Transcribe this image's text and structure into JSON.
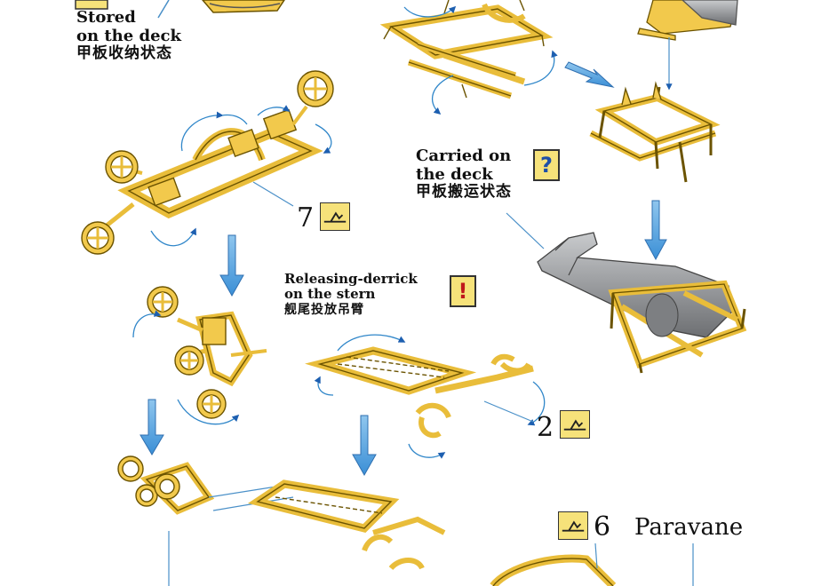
{
  "labels": {
    "stored_en": [
      "Stored",
      "on the deck"
    ],
    "stored_zh": "甲板收纳状态",
    "carried_en": [
      "Carried on",
      "the deck"
    ],
    "carried_zh": "甲板搬运状态",
    "releasing_en": [
      "Releasing-derrick",
      "on the stern"
    ],
    "releasing_zh": "舰尾投放吊臂",
    "paravane": "Paravane"
  },
  "steps": {
    "a": "7",
    "b": "2",
    "c": "6"
  },
  "badges": {
    "question": "?",
    "exclamation": "!"
  },
  "icons": [
    "fold-icon",
    "fold-icon",
    "fold-icon",
    "question-badge-icon",
    "exclamation-badge-icon"
  ],
  "colors": {
    "part": "#f2c94c",
    "part_stroke": "#6b5300",
    "arrow": "#3b8fd6",
    "rotate": "#2f86c9",
    "bomb": "#8a8c8f",
    "badge_q": "#f6e27a",
    "badge_x": "#f6e27a"
  }
}
